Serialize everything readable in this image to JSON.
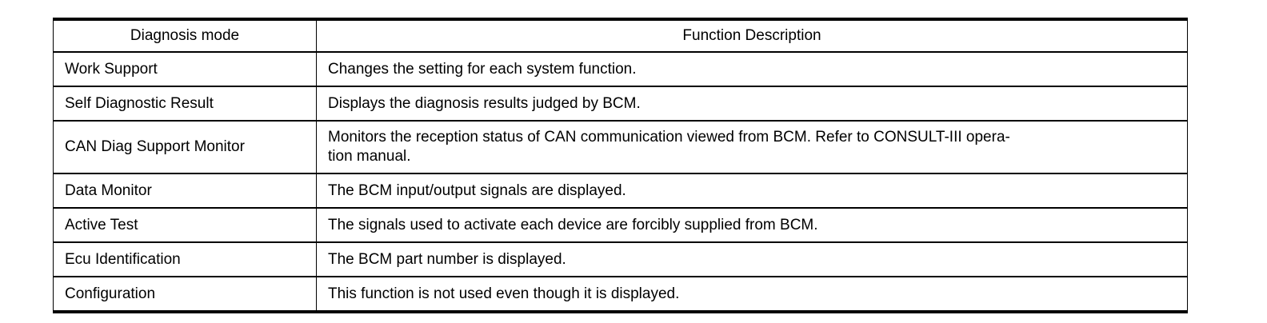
{
  "table": {
    "headers": {
      "mode": "Diagnosis mode",
      "description": "Function Description"
    },
    "rows": [
      {
        "mode": "Work Support",
        "description_lines": [
          "Changes the setting for each system function."
        ]
      },
      {
        "mode": "Self Diagnostic Result",
        "description_lines": [
          "Displays the diagnosis results judged by BCM."
        ]
      },
      {
        "mode": "CAN Diag Support Monitor",
        "description_lines": [
          "Monitors the reception status of CAN communication viewed from BCM. Refer to CONSULT-III opera-",
          "tion manual."
        ]
      },
      {
        "mode": "Data Monitor",
        "description_lines": [
          "The BCM input/output signals are displayed."
        ]
      },
      {
        "mode": "Active Test",
        "description_lines": [
          "The signals used to activate each device are forcibly supplied from BCM."
        ]
      },
      {
        "mode": "Ecu Identification",
        "description_lines": [
          "The BCM part number is displayed."
        ]
      },
      {
        "mode": "Configuration",
        "description_lines": [
          "This function is not used even though it is displayed."
        ]
      }
    ],
    "colors": {
      "border": "#000000",
      "text": "#000000",
      "background": "#ffffff"
    }
  }
}
